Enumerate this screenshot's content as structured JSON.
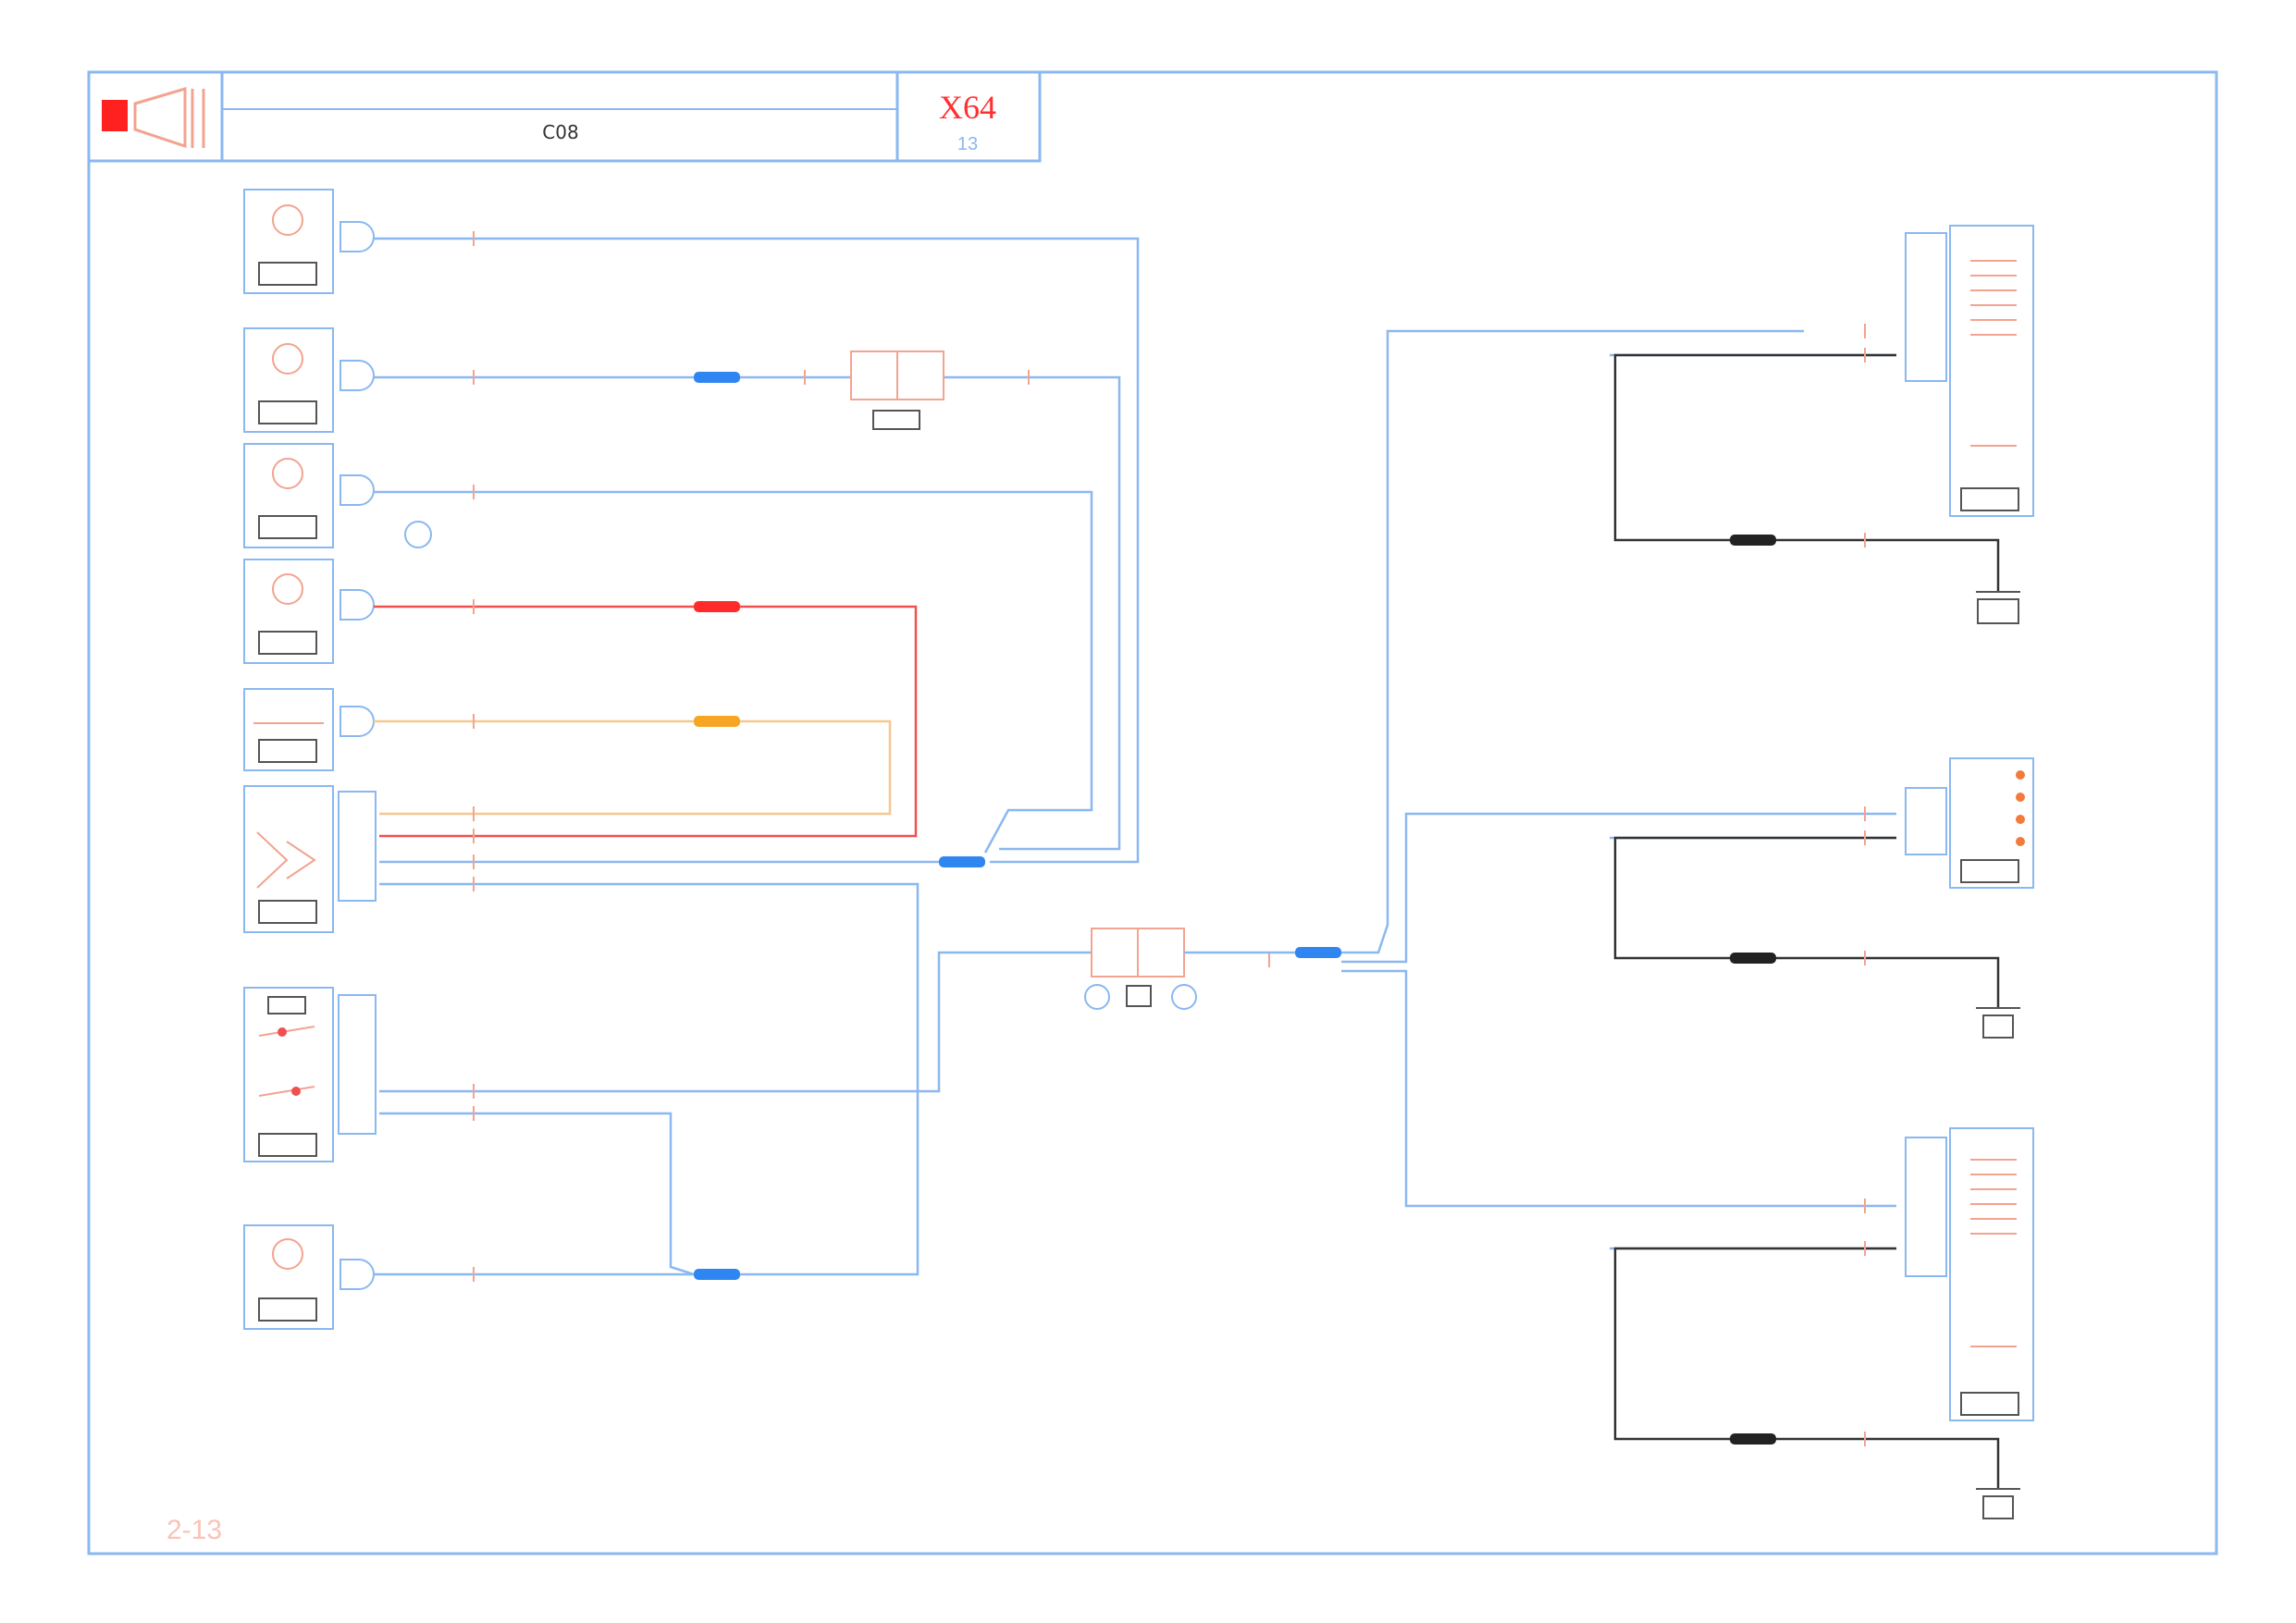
{
  "title_block": {
    "center_text": "C08",
    "model_code": "X64",
    "sub_code": "13",
    "logo_name": "brand-logo"
  },
  "page_number": "2-13",
  "colors": {
    "frame": "#8ab8f0",
    "wire_blue": "#8ab8f0",
    "wire_red": "#f05050",
    "wire_orange": "#f5c890",
    "wire_ground": "#333333",
    "splice_blue": "#2f86f0",
    "splice_red": "#ff2a2a",
    "splice_orange": "#f6a623",
    "splice_black": "#222222",
    "component": "#f3a38f"
  },
  "left_components": [
    {
      "id": "left-component-1"
    },
    {
      "id": "left-component-2"
    },
    {
      "id": "left-component-3"
    },
    {
      "id": "left-component-4"
    },
    {
      "id": "left-component-5"
    },
    {
      "id": "left-component-6"
    },
    {
      "id": "left-component-7"
    },
    {
      "id": "left-component-8"
    }
  ],
  "right_components": [
    {
      "id": "right-component-top"
    },
    {
      "id": "right-component-middle"
    },
    {
      "id": "right-component-bottom"
    }
  ]
}
